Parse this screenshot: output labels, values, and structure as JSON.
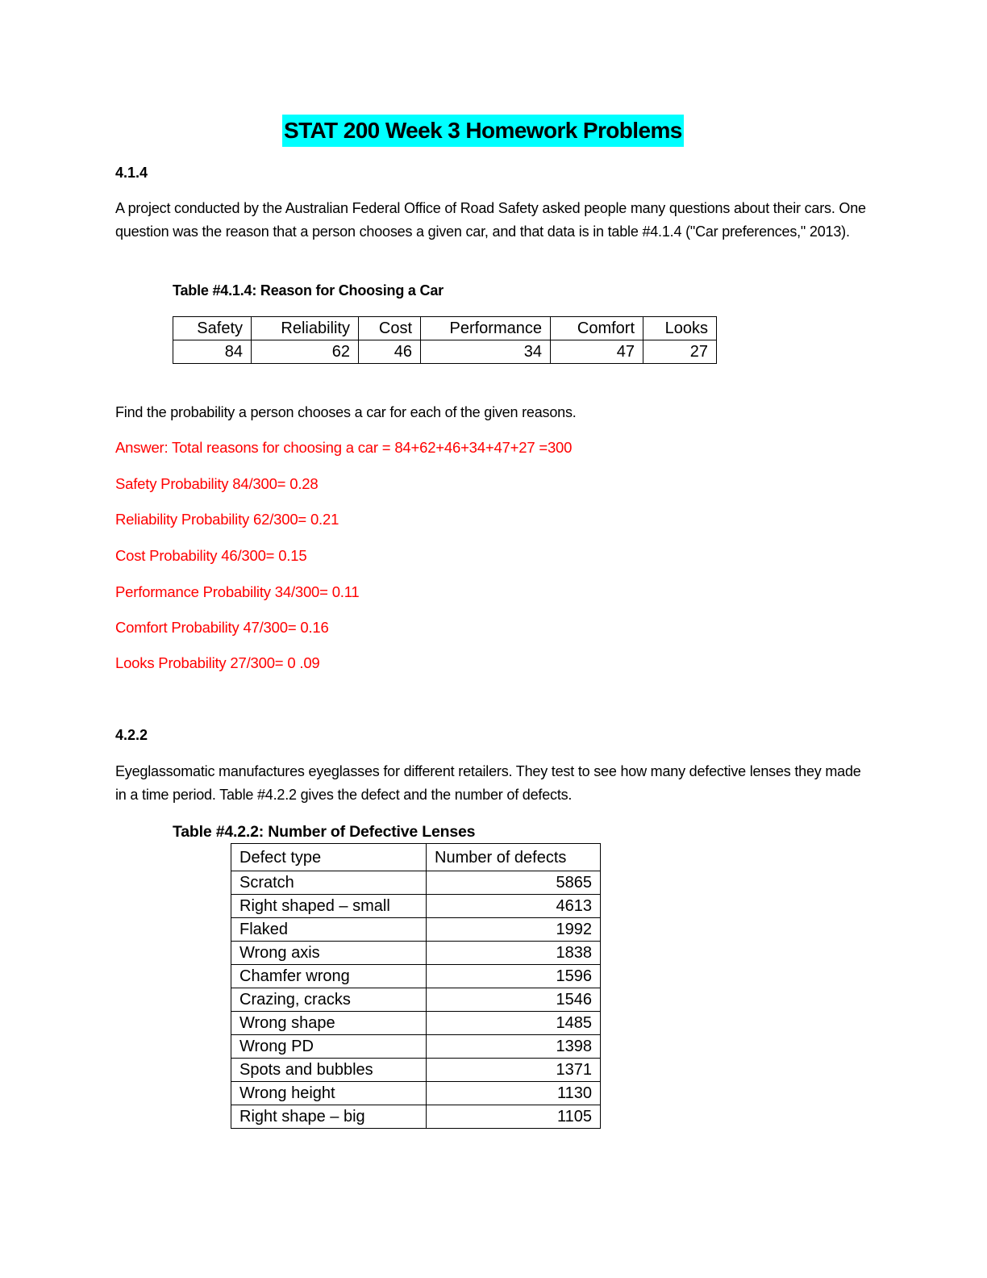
{
  "title": "STAT 200 Week 3 Homework Problems",
  "sections": [
    {
      "number": "4.1.4",
      "paragraph": "A project conducted by the Australian Federal Office of Road Safety asked people many questions about their cars.  One question was the reason that a person chooses a given car, and that data is in table #4.1.4 (\"Car preferences,\" 2013).",
      "table_caption": "Table #4.1.4: Reason for Choosing a Car",
      "table": {
        "headers": [
          "Safety",
          "Reliability",
          "Cost",
          "Performance",
          "Comfort",
          "Looks"
        ],
        "values": [
          "84",
          "62",
          "46",
          "34",
          "47",
          "27"
        ]
      },
      "question": "Find the probability a person chooses a car for each of the given reasons.",
      "answers": [
        "Answer:  Total reasons for choosing a car = 84+62+46+34+47+27 =300",
        "Safety Probability 84/300= 0.28",
        "Reliability Probability 62/300= 0.21",
        "Cost Probability 46/300= 0.15",
        "Performance Probability 34/300= 0.11",
        "Comfort Probability 47/300= 0.16",
        "Looks Probability 27/300= 0 .09"
      ]
    },
    {
      "number": "4.2.2",
      "paragraph": "Eyeglassomatic manufactures eyeglasses for different retailers.  They test to see how many defective lenses they made in a time period.  Table #4.2.2 gives the defect and the number of defects.",
      "table_caption": "Table #4.2.2: Number of Defective Lenses",
      "table": {
        "headers": [
          "Defect type",
          "Number of defects"
        ],
        "rows": [
          [
            "Scratch",
            "5865"
          ],
          [
            "Right shaped – small",
            "4613"
          ],
          [
            "Flaked",
            "1992"
          ],
          [
            "Wrong axis",
            "1838"
          ],
          [
            "Chamfer wrong",
            "1596"
          ],
          [
            "Crazing, cracks",
            "1546"
          ],
          [
            "Wrong shape",
            "1485"
          ],
          [
            "Wrong PD",
            "1398"
          ],
          [
            "Spots and bubbles",
            "1371"
          ],
          [
            "Wrong height",
            "1130"
          ],
          [
            "Right shape – big",
            "1105"
          ]
        ]
      }
    }
  ],
  "colors": {
    "title_highlight": "#00ffff",
    "answer": "#ff0000"
  }
}
